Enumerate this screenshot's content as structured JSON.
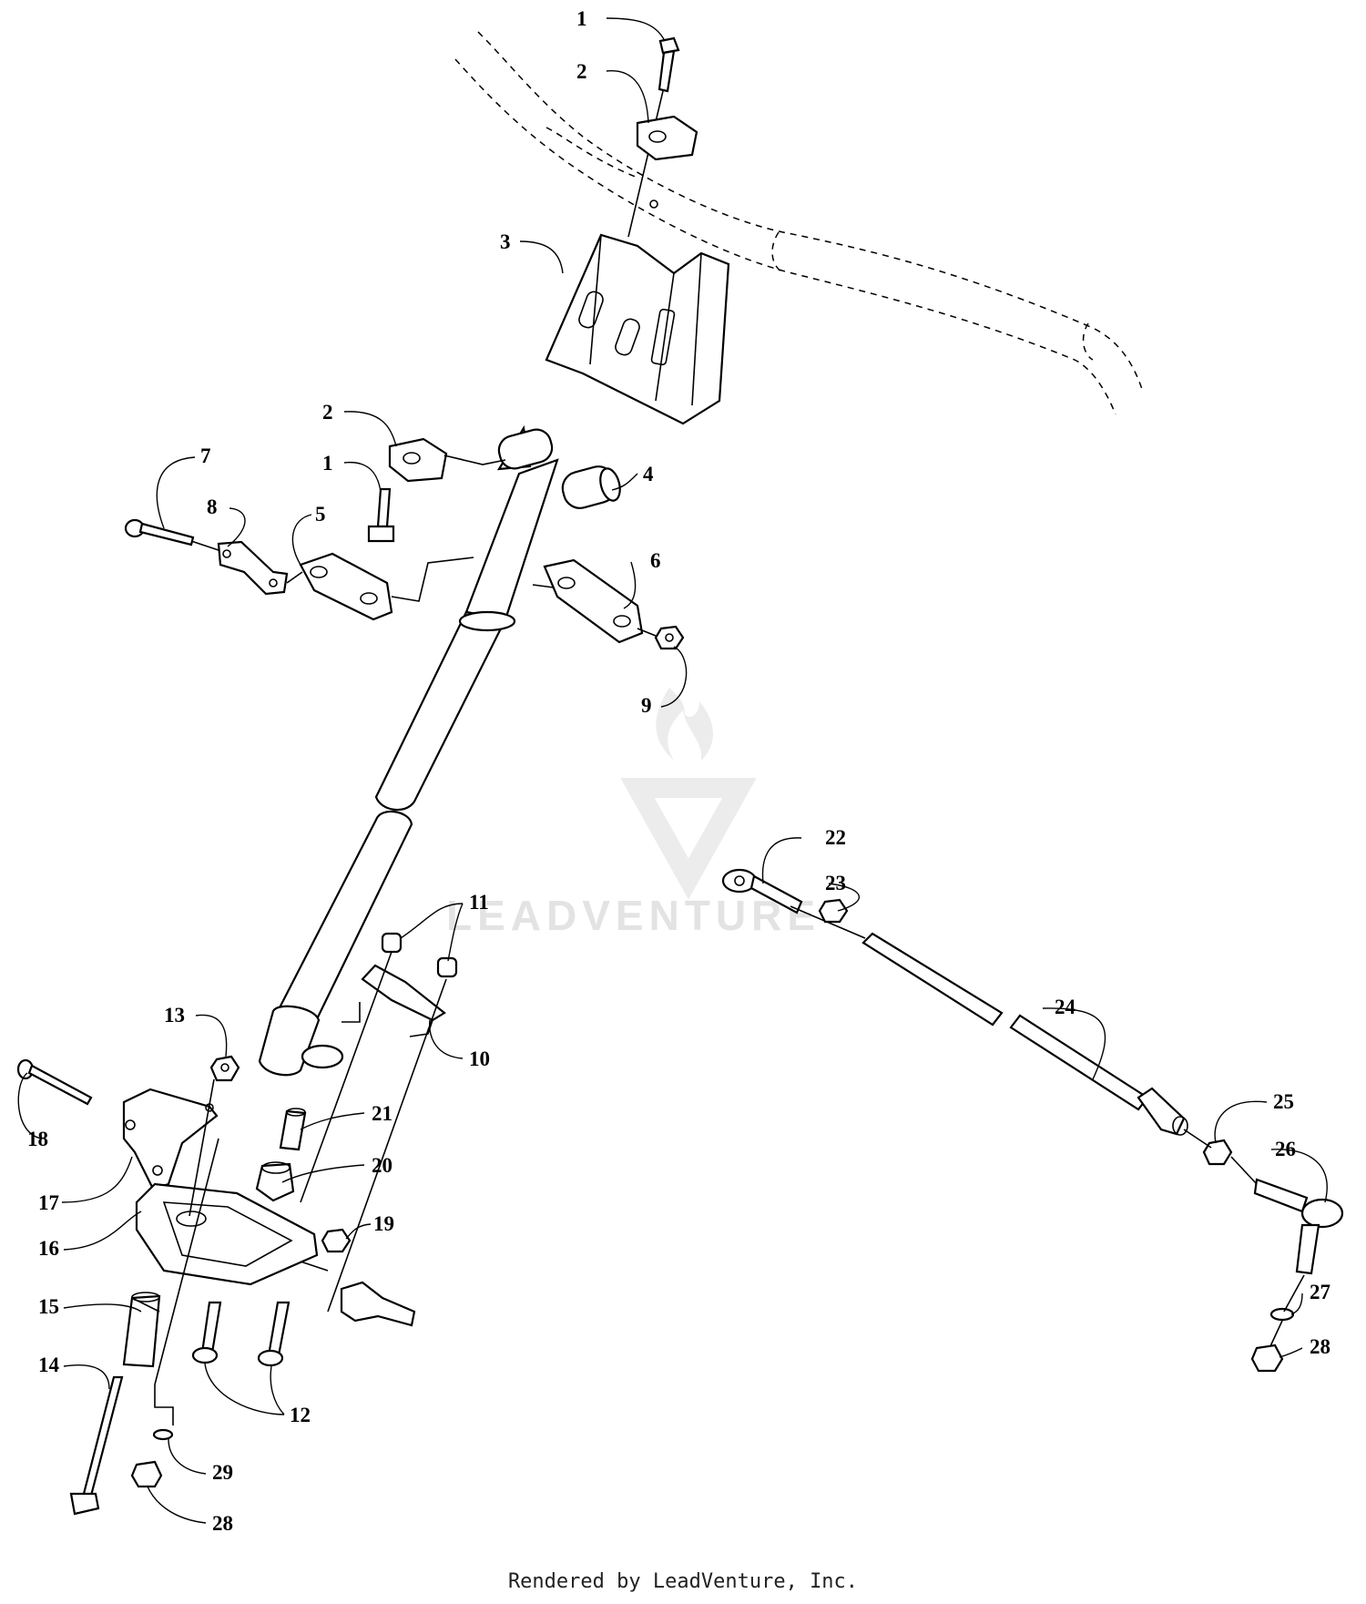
{
  "diagram": {
    "callouts": [
      "1",
      "2",
      "3",
      "2",
      "1",
      "4",
      "7",
      "8",
      "5",
      "6",
      "9",
      "11",
      "13",
      "10",
      "18",
      "17",
      "21",
      "20",
      "19",
      "16",
      "15",
      "14",
      "12",
      "29",
      "28",
      "22",
      "23",
      "24",
      "25",
      "26",
      "27",
      "28"
    ]
  },
  "watermark": {
    "brand": "LEADVENTURE"
  },
  "footer": {
    "text": "Rendered by LeadVenture, Inc."
  }
}
